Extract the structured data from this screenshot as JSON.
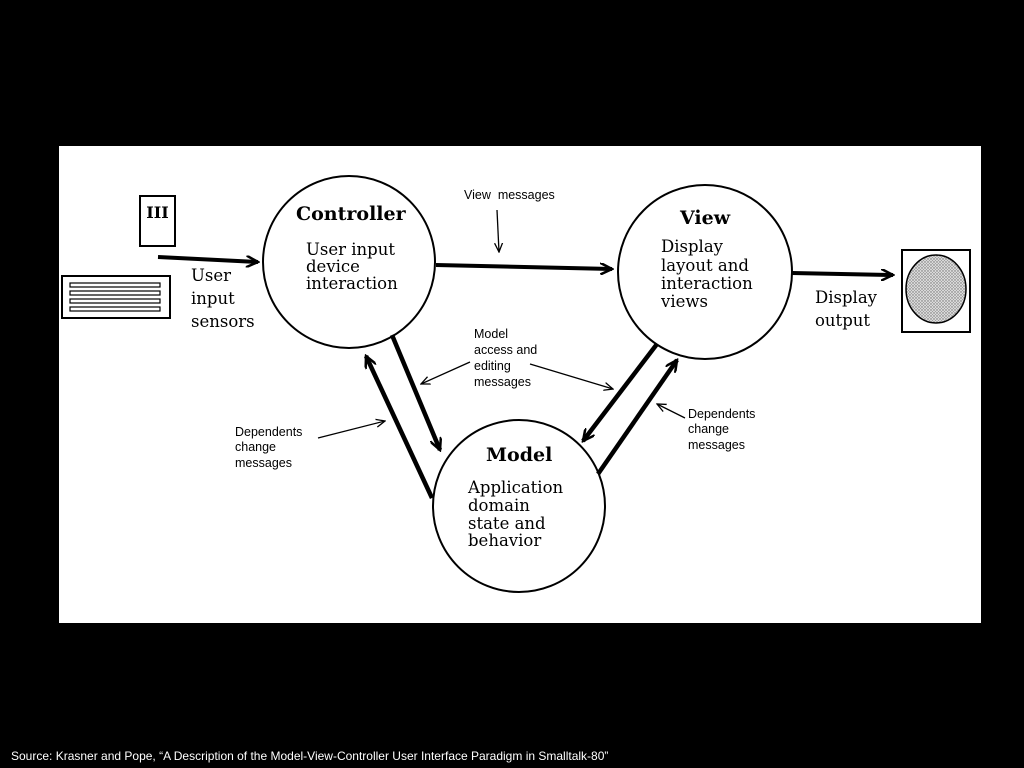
{
  "diagram": {
    "controller": {
      "title": "Controller",
      "lines": [
        "User input",
        "device",
        "interaction"
      ]
    },
    "view": {
      "title": "View",
      "lines": [
        "Display",
        "layout and",
        "interaction",
        "views"
      ]
    },
    "model": {
      "title": "Model",
      "lines": [
        "Application",
        "domain",
        "state and",
        "behavior"
      ]
    },
    "user_input_label": [
      "User",
      "input",
      "sensors"
    ],
    "display_output_label": [
      "Display",
      "output"
    ],
    "view_messages_label": "View  messages",
    "model_access_label": [
      "Model",
      "access and",
      "editing",
      "messages"
    ],
    "dependents_left_label": [
      "Dependents",
      "change",
      "messages"
    ],
    "dependents_right_label": [
      "Dependents",
      "change",
      "messages"
    ],
    "mouse_icon_text": "III"
  },
  "source": "Source: Krasner and Pope, “A Description of the Model-View-Controller User Interface Paradigm in Smalltalk-80”"
}
